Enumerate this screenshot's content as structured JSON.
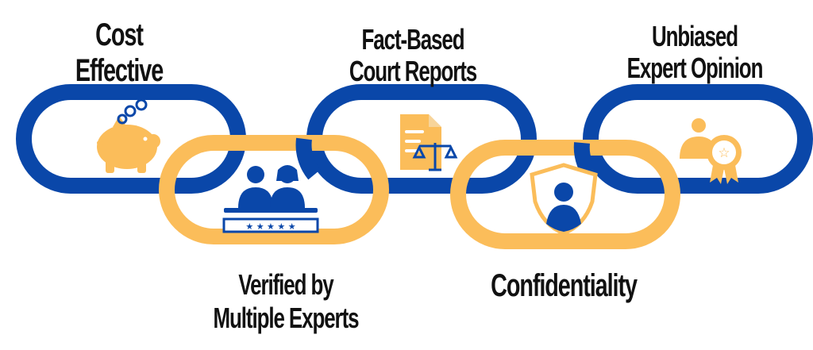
{
  "colors": {
    "blue": "#0A47A9",
    "gold": "#FBBD5A",
    "text": "#111111"
  },
  "links": [
    {
      "id": "cost-effective",
      "color": "blue",
      "icon": "piggy-bank-icon",
      "label_lines": [
        "Cost",
        "Effective"
      ]
    },
    {
      "id": "verified-multiple-experts",
      "color": "gold",
      "icon": "experts-podium-icon",
      "label_lines": [
        "Verified by",
        "Multiple Experts"
      ]
    },
    {
      "id": "fact-based-reports",
      "color": "blue",
      "icon": "report-scales-icon",
      "label_lines": [
        "Fact-Based",
        "Court Reports"
      ]
    },
    {
      "id": "confidentiality",
      "color": "gold",
      "icon": "shield-user-icon",
      "label_lines": [
        "Confidentiality"
      ]
    },
    {
      "id": "unbiased-opinion",
      "color": "blue",
      "icon": "user-award-icon",
      "label_lines": [
        "Unbiased",
        "Expert Opinion"
      ]
    }
  ]
}
